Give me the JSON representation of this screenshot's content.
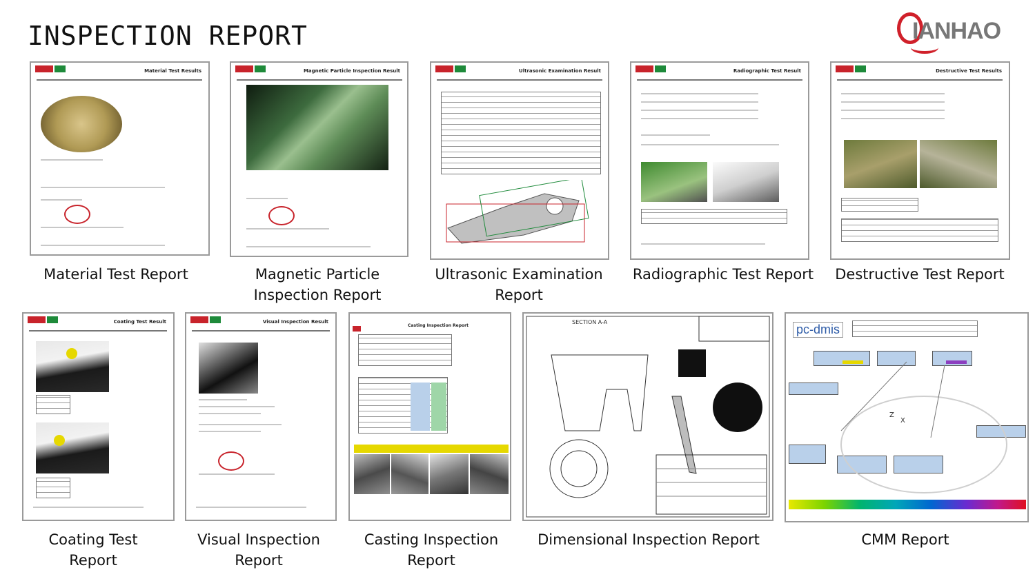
{
  "header": {
    "title": "INSPECTION REPORT",
    "brand": "IANHAO"
  },
  "reports": [
    {
      "label_line1": "Material Test Report",
      "label_line2": ""
    },
    {
      "label_line1": "Magnetic Particle",
      "label_line2": "Inspection Report"
    },
    {
      "label_line1": "Ultrasonic Examination",
      "label_line2": "Report"
    },
    {
      "label_line1": "Radiographic Test Report",
      "label_line2": ""
    },
    {
      "label_line1": "Destructive Test Report",
      "label_line2": ""
    },
    {
      "label_line1": "Coating Test",
      "label_line2": "Report"
    },
    {
      "label_line1": "Visual Inspection",
      "label_line2": "Report"
    },
    {
      "label_line1": "Casting Inspection",
      "label_line2": "Report"
    },
    {
      "label_line1": "Dimensional Inspection Report",
      "label_line2": ""
    },
    {
      "label_line1": "CMM Report",
      "label_line2": ""
    }
  ],
  "doc_titles": [
    "Material Test Results",
    "Magnetic Particle Inspection Result",
    "Ultrasonic Examination Result",
    "Radiographic Test Result",
    "Destructive Test Results",
    "Coating Test Result",
    "Visual Inspection Result",
    "Casting Inspection Report",
    "SECTION A-A",
    "pc-dmis"
  ],
  "colors": {
    "brand_red": "#d0202a",
    "brand_gray": "#777777",
    "frame": "#9a9a9a"
  }
}
